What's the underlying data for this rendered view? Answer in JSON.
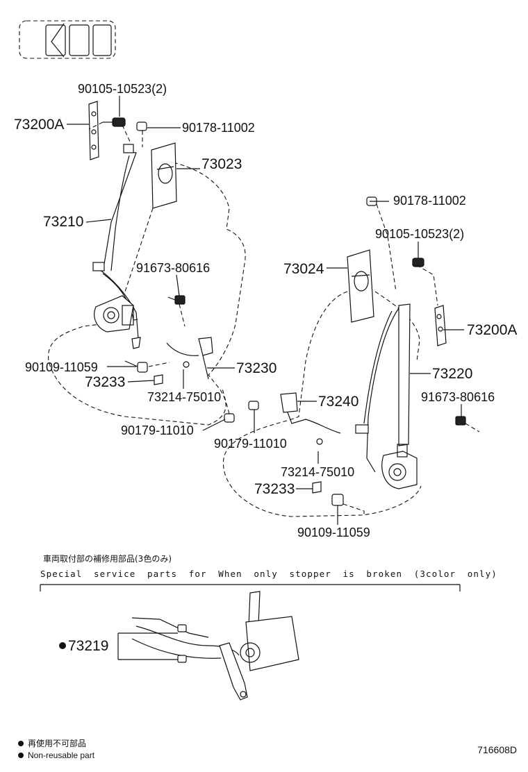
{
  "labels": {
    "p90105_top": "90105-10523(2)",
    "p73200A_left": "73200A",
    "p90178_top": "90178-11002",
    "p73023": "73023",
    "p73210": "73210",
    "p91673_left": "91673-80616",
    "p90109_left": "90109-11059",
    "p73230": "73230",
    "p73233_left": "73233",
    "p73214_left": "73214-75010",
    "p90179_left": "90179-11010",
    "p90178_right": "90178-11002",
    "p90105_right": "90105-10523(2)",
    "p73024": "73024",
    "p73200A_right": "73200A",
    "p73220": "73220",
    "p91673_right": "91673-80616",
    "p73240": "73240",
    "p90179_mid": "90179-11010",
    "p73214_right": "73214-75010",
    "p73233_right": "73233",
    "p90109_right": "90109-11059",
    "p73219": "73219"
  },
  "special_note": {
    "japanese": "車両取付部の補修用部品(3色のみ)",
    "english": "Special service parts for When only stopper is broken (3color only)"
  },
  "legend": {
    "japanese": "再使用不可部品",
    "english": "Non-reusable part"
  },
  "diagram_code": "716608D"
}
